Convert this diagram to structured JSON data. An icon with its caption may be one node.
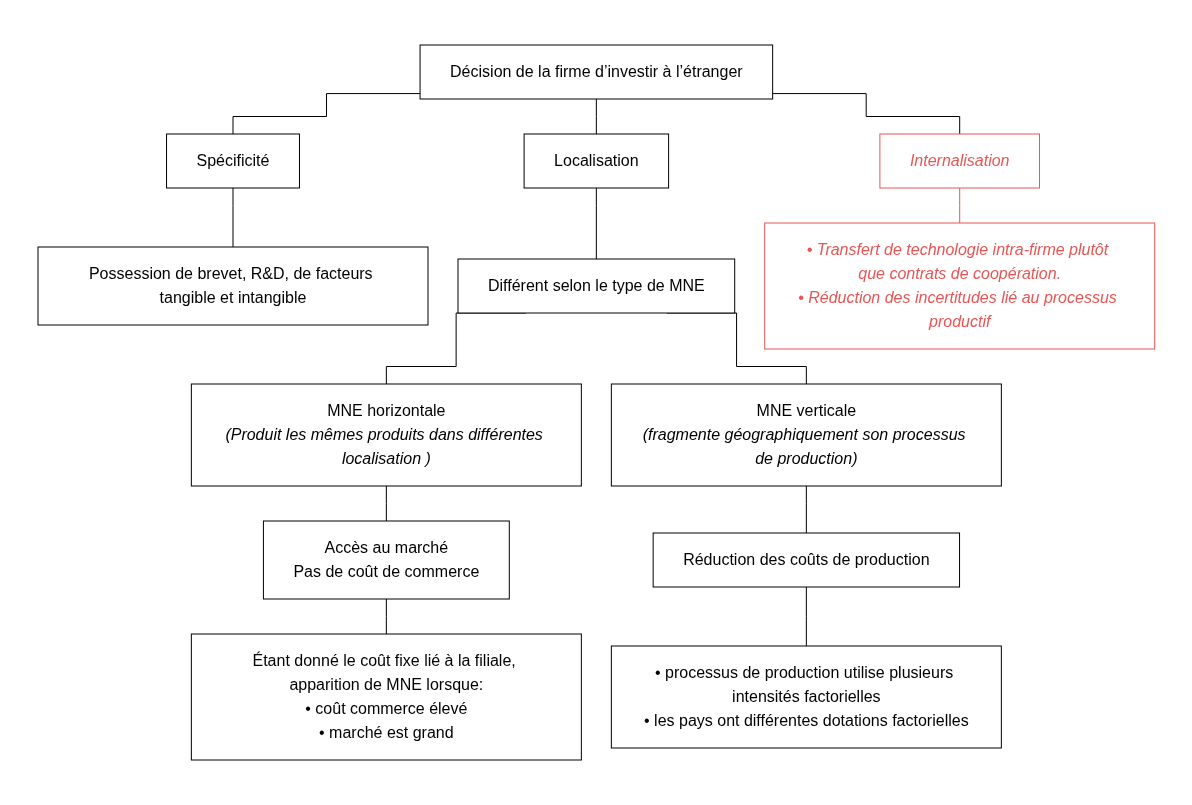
{
  "diagram": {
    "nodes": [
      {
        "text": [
          "Décision de la firme d’investir à l’étranger"
        ]
      },
      {
        "text": [
          "Spécificité"
        ]
      },
      {
        "text": [
          "Localisation"
        ]
      },
      {
        "text": [
          "Internalisation"
        ]
      },
      {
        "text": [
          "Possession de brevet, R&D, de facteurs tangible et intangible"
        ]
      },
      {
        "text": [
          "Différent selon le type de MNE"
        ]
      },
      {
        "text": [
          "• Transfert de technologie intra-firme plutôt que contrats de coopération.",
          "• Réduction des incertitudes lié au processus productif"
        ]
      },
      {
        "text": [
          "MNE horizontale",
          "(Produit les mêmes produits dans différentes localisation )"
        ]
      },
      {
        "text": [
          "MNE verticale",
          "(fragmente géographiquement son processus de production)"
        ]
      },
      {
        "text": [
          "Accès au marché",
          "Pas de coût de commerce"
        ]
      },
      {
        "text": [
          "Réduction des coûts de production"
        ]
      },
      {
        "text": [
          "Étant donné le coût fixe lié à la filiale, apparition de MNE lorsque:",
          "• coût commerce élevé",
          "• marché est grand"
        ]
      },
      {
        "text": [
          "• processus de production utilise plusieurs intensités factorielles",
          "• les pays ont différentes dotations factorielles"
        ]
      }
    ],
    "edges": [
      {
        "from": 0,
        "to": 1,
        "arrow": "none"
      },
      {
        "from": 0,
        "to": 2,
        "arrow": "none"
      },
      {
        "from": 0,
        "to": 3,
        "arrow": "none"
      },
      {
        "from": 1,
        "to": 4,
        "arrow": "none"
      },
      {
        "from": 2,
        "to": 5,
        "arrow": "none"
      },
      {
        "from": 3,
        "to": 6,
        "arrow": "none",
        "color": "#e85555"
      },
      {
        "from": 5,
        "to": 7,
        "arrow": "none"
      },
      {
        "from": 5,
        "to": 8,
        "arrow": "none"
      },
      {
        "from": 7,
        "to": 9,
        "arrow": "none"
      },
      {
        "from": 8,
        "to": 10,
        "arrow": "none"
      },
      {
        "from": 9,
        "to": 11,
        "arrow": "none"
      },
      {
        "from": 10,
        "to": 12,
        "arrow": "none"
      }
    ]
  }
}
